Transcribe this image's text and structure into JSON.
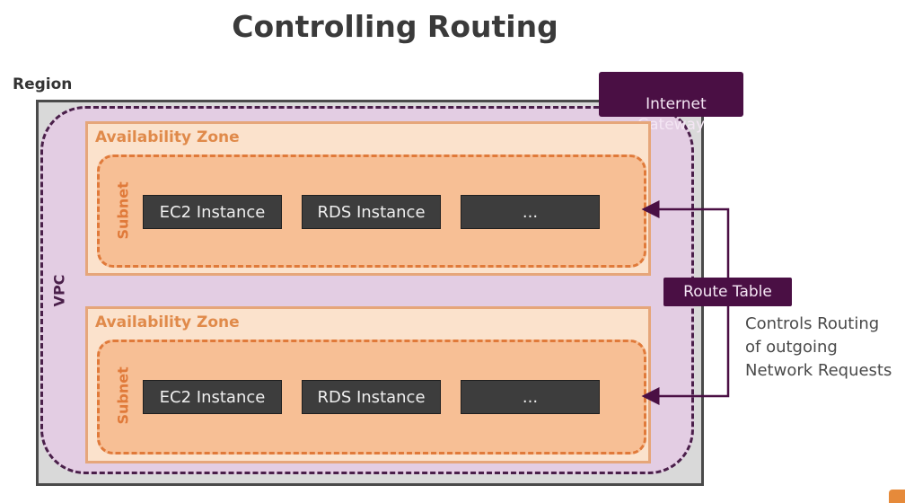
{
  "title": "Controlling Routing",
  "region": {
    "label": "Region"
  },
  "vpc": {
    "label": "VPC"
  },
  "internet_gateway": {
    "label": "Internet\nGateway"
  },
  "availability_zones": [
    {
      "label": "Availability Zone",
      "subnet": {
        "label": "Subnet",
        "instances": [
          "EC2 Instance",
          "RDS Instance",
          "..."
        ]
      }
    },
    {
      "label": "Availability Zone",
      "subnet": {
        "label": "Subnet",
        "instances": [
          "EC2 Instance",
          "RDS Instance",
          "..."
        ]
      }
    }
  ],
  "route_table": {
    "label": "Route Table"
  },
  "note": "Controls Routing\nof outgoing\nNetwork Requests",
  "colors": {
    "vpc_accent": "#4a0f44",
    "az_border": "#e6a67a",
    "subnet_fill": "#f7bf95",
    "instance_fill": "#3d3d3d"
  }
}
